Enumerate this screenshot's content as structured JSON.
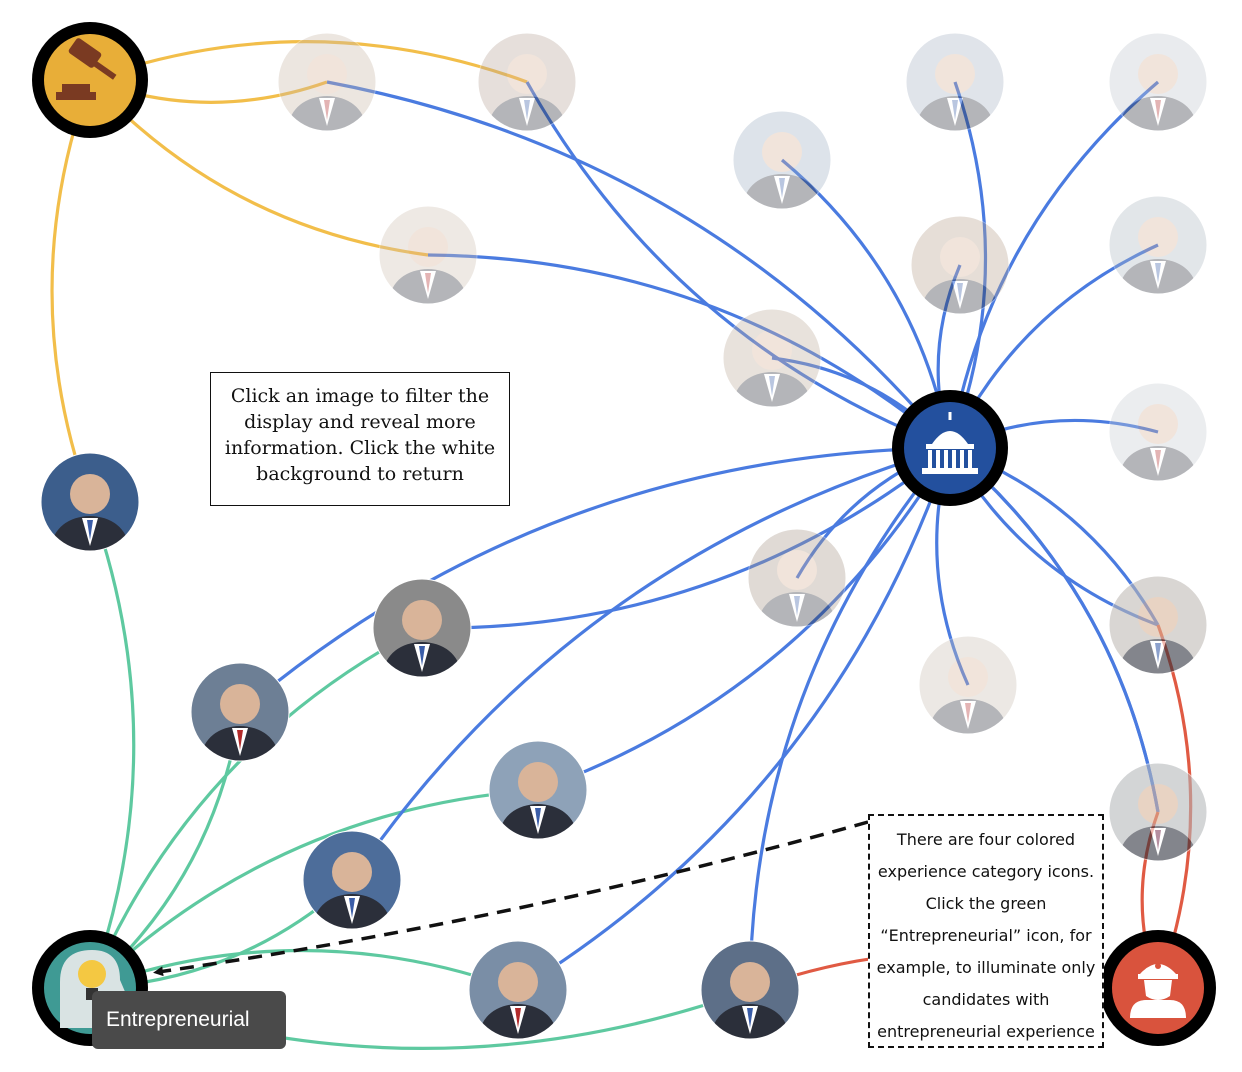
{
  "instructions": {
    "text": "Click an image to filter the display and reveal more information. Click the white background to return"
  },
  "hint": {
    "text": "There are four colored experience category icons. Click the green “Entrepreneurial” icon, for example, to illuminate only candidates with entrepreneurial experience"
  },
  "tooltip": {
    "label": "Entrepreneurial"
  },
  "colors": {
    "law": "#f2be4a",
    "government": "#4a7be0",
    "entrepreneurial": "#5ec9a0",
    "military": "#e05a43",
    "hub_ring": "#000000",
    "law_fill": "#e8ae38",
    "government_fill": "#23509e",
    "entrepreneurial_fill": "#3f9a94",
    "military_fill": "#d9533d"
  },
  "categories": [
    {
      "id": "law",
      "icon": "gavel-icon"
    },
    {
      "id": "government",
      "icon": "capitol-building-icon"
    },
    {
      "id": "entrepreneurial",
      "icon": "lightbulb-head-icon"
    },
    {
      "id": "military",
      "icon": "soldier-icon"
    }
  ],
  "candidates": [
    {
      "id": "c01",
      "active": false,
      "links": [
        "law",
        "government"
      ]
    },
    {
      "id": "c02",
      "active": false,
      "links": [
        "law",
        "government"
      ]
    },
    {
      "id": "c03",
      "active": false,
      "links": [
        "government"
      ]
    },
    {
      "id": "c04",
      "active": false,
      "links": [
        "government"
      ]
    },
    {
      "id": "c05",
      "active": false,
      "links": [
        "government"
      ]
    },
    {
      "id": "c06",
      "active": false,
      "links": [
        "government"
      ]
    },
    {
      "id": "c07",
      "active": false,
      "links": [
        "law",
        "government"
      ]
    },
    {
      "id": "c08",
      "active": false,
      "links": [
        "government"
      ]
    },
    {
      "id": "c09",
      "active": false,
      "links": [
        "government"
      ]
    },
    {
      "id": "c10",
      "active": false,
      "links": [
        "government"
      ]
    },
    {
      "id": "c11",
      "active": false,
      "links": [
        "government"
      ]
    },
    {
      "id": "c12",
      "active": false,
      "links": [
        "government"
      ]
    },
    {
      "id": "c13",
      "active": false,
      "links": [
        "government"
      ]
    },
    {
      "id": "c14",
      "active": false,
      "links": [
        "government"
      ]
    },
    {
      "id": "c15",
      "active": false,
      "links": [
        "government",
        "military"
      ]
    },
    {
      "id": "c16",
      "active": false,
      "links": [
        "government",
        "military"
      ]
    },
    {
      "id": "c17",
      "active": true,
      "links": [
        "law",
        "entrepreneurial"
      ]
    },
    {
      "id": "c18",
      "active": true,
      "links": [
        "government",
        "entrepreneurial"
      ]
    },
    {
      "id": "c19",
      "active": true,
      "links": [
        "government",
        "entrepreneurial"
      ]
    },
    {
      "id": "c20",
      "active": true,
      "links": [
        "government",
        "entrepreneurial"
      ]
    },
    {
      "id": "c21",
      "active": true,
      "links": [
        "government",
        "entrepreneurial"
      ]
    },
    {
      "id": "c22",
      "active": true,
      "links": [
        "government",
        "entrepreneurial"
      ]
    },
    {
      "id": "c23",
      "active": true,
      "links": [
        "government",
        "entrepreneurial",
        "military"
      ]
    }
  ]
}
